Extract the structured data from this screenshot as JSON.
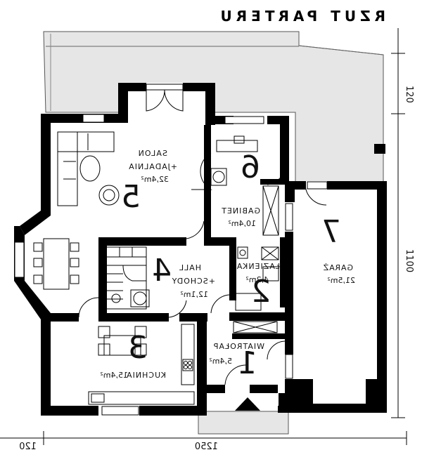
{
  "title": "RZUT PARTERU",
  "rooms": [
    {
      "id": "salon",
      "number": "5",
      "name1": "SALON",
      "name2": "+JADALNIA",
      "area": "32,4m²"
    },
    {
      "id": "gabinet",
      "number": "6",
      "name1": "GABINET",
      "name2": "",
      "area": "10,4m²"
    },
    {
      "id": "garaz",
      "number": "7",
      "name1": "GARAŻ",
      "name2": "",
      "area": "21,5m²"
    },
    {
      "id": "hall",
      "number": "4",
      "name1": "HALL",
      "name2": "+SCHODY",
      "area": "12,1m²"
    },
    {
      "id": "lazienka",
      "number": "2",
      "name1": "ŁAZIENKA",
      "name2": "",
      "area": "4,2m²"
    },
    {
      "id": "kuchnia",
      "number": "3",
      "name1": "KUCHNIA",
      "name2": "",
      "area": "15,4m²"
    },
    {
      "id": "wiatrolap",
      "number": "1",
      "name1": "WIATROŁAP",
      "name2": "",
      "area": "5,4m²"
    }
  ],
  "dimensions": {
    "bottom_left": "120",
    "bottom_main": "1250",
    "right_top": "120",
    "right_main": "1100"
  }
}
